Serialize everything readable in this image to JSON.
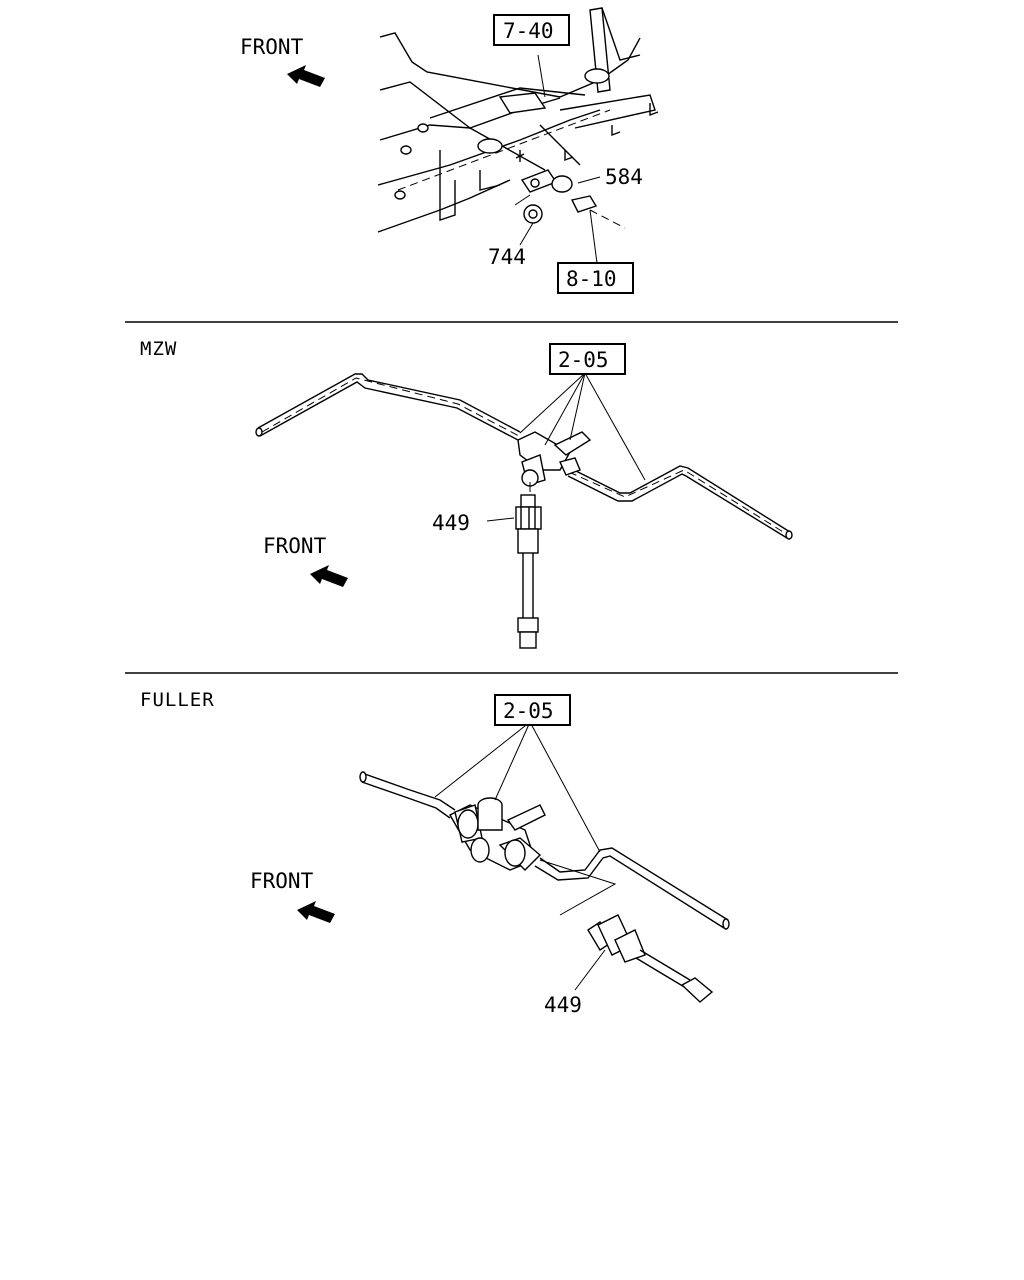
{
  "sections": [
    {
      "id": "top",
      "label": "",
      "front_label": "FRONT",
      "refs": [
        "7-40",
        "8-10"
      ],
      "parts": [
        "584",
        "744"
      ]
    },
    {
      "id": "mzw",
      "label": "MZW",
      "front_label": "FRONT",
      "refs": [
        "2-05"
      ],
      "parts": [
        "449"
      ]
    },
    {
      "id": "fuller",
      "label": "FULLER",
      "front_label": "FRONT",
      "refs": [
        "2-05"
      ],
      "parts": [
        "449"
      ]
    }
  ]
}
